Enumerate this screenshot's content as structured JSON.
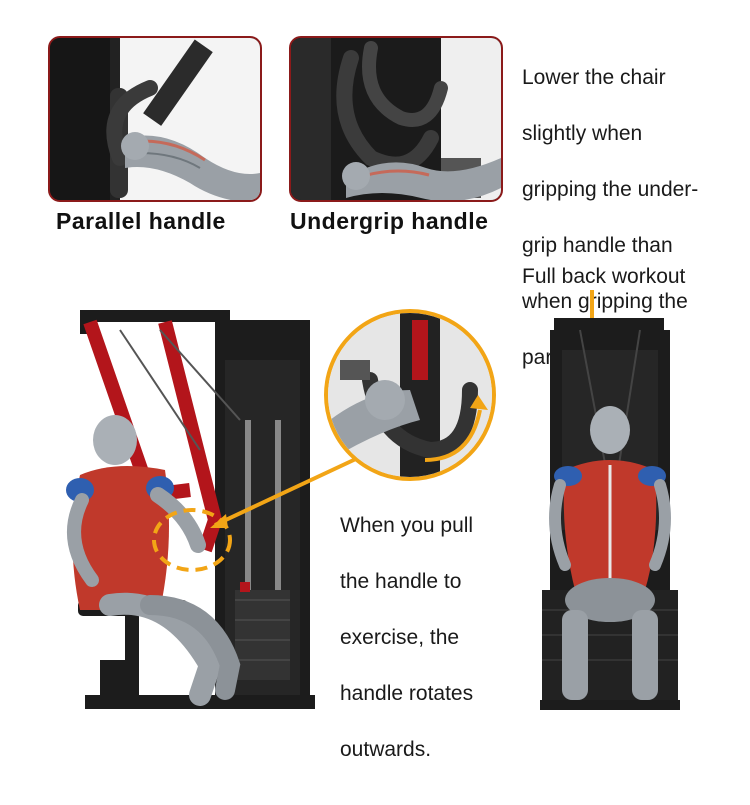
{
  "top": {
    "panels": [
      {
        "caption": "Parallel handle"
      },
      {
        "caption": "Undergrip handle"
      }
    ],
    "note_lines": [
      "Lower the chair",
      "slightly when",
      "gripping the under-",
      "grip handle than",
      "when gripping the",
      "parallel handle."
    ]
  },
  "bottom": {
    "rotation_note_lines": [
      "When you pull",
      "the handle to",
      "exercise, the",
      "handle rotates",
      "outwards."
    ],
    "back_label": "Full back workout"
  },
  "colors": {
    "frame_red": "#b3151b",
    "machine_black": "#1c1c1c",
    "accent_orange": "#f2a516",
    "muscle_red": "#c0392b",
    "shoulder_blue": "#2f5fb0",
    "panel_border": "#8b1a1a"
  },
  "icons": [
    "arm-illustration",
    "machine-illustration",
    "rotation-arrow"
  ]
}
